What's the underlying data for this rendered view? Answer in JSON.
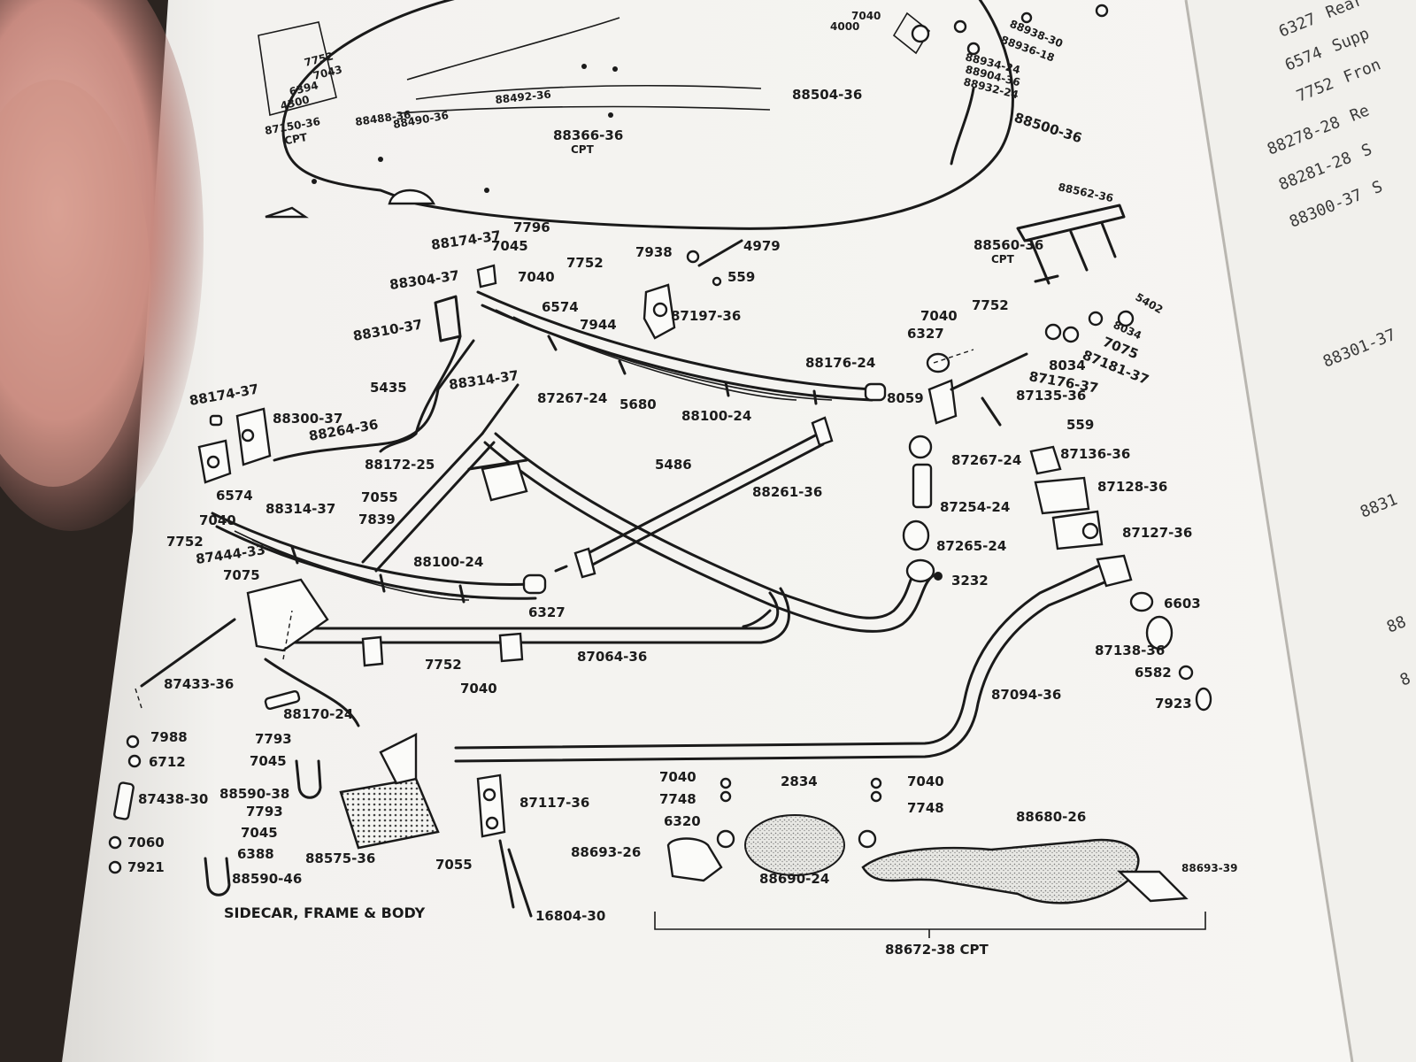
{
  "diagram": {
    "caption": "SIDECAR, FRAME & BODY",
    "assembly_label": "88672-38 CPT",
    "part_labels": [
      {
        "id": "p_88366",
        "text": "88366-36",
        "sub": "CPT"
      },
      {
        "id": "p_88504",
        "text": "88504-36"
      },
      {
        "id": "p_88500",
        "text": "88500-36"
      },
      {
        "id": "p_88492",
        "text": "88492-36"
      },
      {
        "id": "p_88488",
        "text": "88488-36"
      },
      {
        "id": "p_88490",
        "text": "88490-36"
      },
      {
        "id": "p_87150",
        "text": "87150-36",
        "sub": "CPT"
      },
      {
        "id": "p_7752t",
        "text": "7752"
      },
      {
        "id": "p_7043t",
        "text": "7043"
      },
      {
        "id": "p_4300",
        "text": "4300"
      },
      {
        "id": "p_6394",
        "text": "6394"
      },
      {
        "id": "p_7040t",
        "text": "7040"
      },
      {
        "id": "p_4000",
        "text": "4000"
      },
      {
        "id": "p_88938",
        "text": "88938-30"
      },
      {
        "id": "p_88936",
        "text": "88936-18"
      },
      {
        "id": "p_88934",
        "text": "88934-24"
      },
      {
        "id": "p_88904",
        "text": "88904-36"
      },
      {
        "id": "p_88932",
        "text": "88932-24"
      },
      {
        "id": "p_88562",
        "text": "88562-36"
      },
      {
        "id": "p_88560",
        "text": "88560-36",
        "sub": "CPT"
      },
      {
        "id": "p_5402",
        "text": "5402"
      },
      {
        "id": "p_7796",
        "text": "7796"
      },
      {
        "id": "p_88174a",
        "text": "88174-37"
      },
      {
        "id": "p_7045a",
        "text": "7045"
      },
      {
        "id": "p_88304",
        "text": "88304-37"
      },
      {
        "id": "p_7040a",
        "text": "7040"
      },
      {
        "id": "p_7752a",
        "text": "7752"
      },
      {
        "id": "p_6574a",
        "text": "6574"
      },
      {
        "id": "p_7938",
        "text": "7938"
      },
      {
        "id": "p_4979",
        "text": "4979"
      },
      {
        "id": "p_559a",
        "text": "559"
      },
      {
        "id": "p_7944",
        "text": "7944"
      },
      {
        "id": "p_87197",
        "text": "87197-36"
      },
      {
        "id": "p_88310",
        "text": "88310-37"
      },
      {
        "id": "p_88314a",
        "text": "88314-37"
      },
      {
        "id": "p_5435",
        "text": "5435"
      },
      {
        "id": "p_87267a",
        "text": "87267-24"
      },
      {
        "id": "p_5680",
        "text": "5680"
      },
      {
        "id": "p_88100a",
        "text": "88100-24"
      },
      {
        "id": "p_88176",
        "text": "88176-24"
      },
      {
        "id": "p_7040b",
        "text": "7040"
      },
      {
        "id": "p_7752b",
        "text": "7752"
      },
      {
        "id": "p_6327a",
        "text": "6327"
      },
      {
        "id": "p_8059",
        "text": "8059"
      },
      {
        "id": "p_8034a",
        "text": "8034"
      },
      {
        "id": "p_7075a",
        "text": "7075"
      },
      {
        "id": "p_87181",
        "text": "87181-37"
      },
      {
        "id": "p_8034b",
        "text": "8034"
      },
      {
        "id": "p_87176",
        "text": "87176-37"
      },
      {
        "id": "p_87135",
        "text": "87135-36"
      },
      {
        "id": "p_559b",
        "text": "559"
      },
      {
        "id": "p_87136",
        "text": "87136-36"
      },
      {
        "id": "p_87128",
        "text": "87128-36"
      },
      {
        "id": "p_87127",
        "text": "87127-36"
      },
      {
        "id": "p_87267b",
        "text": "87267-24"
      },
      {
        "id": "p_87254",
        "text": "87254-24"
      },
      {
        "id": "p_87265",
        "text": "87265-24"
      },
      {
        "id": "p_3232",
        "text": "3232"
      },
      {
        "id": "p_88174b",
        "text": "88174-37"
      },
      {
        "id": "p_88300",
        "text": "88300-37"
      },
      {
        "id": "p_88264",
        "text": "88264-36"
      },
      {
        "id": "p_88172",
        "text": "88172-25"
      },
      {
        "id": "p_7055a",
        "text": "7055"
      },
      {
        "id": "p_7839",
        "text": "7839"
      },
      {
        "id": "p_6574b",
        "text": "6574"
      },
      {
        "id": "p_7040c",
        "text": "7040"
      },
      {
        "id": "p_88314b",
        "text": "88314-37"
      },
      {
        "id": "p_7752c",
        "text": "7752"
      },
      {
        "id": "p_87444",
        "text": "87444-33"
      },
      {
        "id": "p_7075b",
        "text": "7075"
      },
      {
        "id": "p_88100b",
        "text": "88100-24"
      },
      {
        "id": "p_5486",
        "text": "5486"
      },
      {
        "id": "p_88261",
        "text": "88261-36"
      },
      {
        "id": "p_6327b",
        "text": "6327"
      },
      {
        "id": "p_7752d",
        "text": "7752"
      },
      {
        "id": "p_7040d",
        "text": "7040"
      },
      {
        "id": "p_87064",
        "text": "87064-36"
      },
      {
        "id": "p_87433",
        "text": "87433-36"
      },
      {
        "id": "p_88170",
        "text": "88170-24"
      },
      {
        "id": "p_7988",
        "text": "7988"
      },
      {
        "id": "p_6712",
        "text": "6712"
      },
      {
        "id": "p_87438",
        "text": "87438-30"
      },
      {
        "id": "p_7060",
        "text": "7060"
      },
      {
        "id": "p_7921",
        "text": "7921"
      },
      {
        "id": "p_7793a",
        "text": "7793"
      },
      {
        "id": "p_7045b",
        "text": "7045"
      },
      {
        "id": "p_88590a",
        "text": "88590-38"
      },
      {
        "id": "p_7793b",
        "text": "7793"
      },
      {
        "id": "p_7045c",
        "text": "7045"
      },
      {
        "id": "p_6388",
        "text": "6388"
      },
      {
        "id": "p_88590b",
        "text": "88590-46"
      },
      {
        "id": "p_88575",
        "text": "88575-36"
      },
      {
        "id": "p_87117",
        "text": "87117-36"
      },
      {
        "id": "p_7055b",
        "text": "7055"
      },
      {
        "id": "p_16804",
        "text": "16804-30"
      },
      {
        "id": "p_6603",
        "text": "6603"
      },
      {
        "id": "p_87138",
        "text": "87138-36"
      },
      {
        "id": "p_6582",
        "text": "6582"
      },
      {
        "id": "p_7923",
        "text": "7923"
      },
      {
        "id": "p_87094",
        "text": "87094-36"
      },
      {
        "id": "p_7040e",
        "text": "7040"
      },
      {
        "id": "p_7748a",
        "text": "7748"
      },
      {
        "id": "p_6320",
        "text": "6320"
      },
      {
        "id": "p_2834",
        "text": "2834"
      },
      {
        "id": "p_7040f",
        "text": "7040"
      },
      {
        "id": "p_7748b",
        "text": "7748"
      },
      {
        "id": "p_88693a",
        "text": "88693-26"
      },
      {
        "id": "p_88690",
        "text": "88690-24"
      },
      {
        "id": "p_88680",
        "text": "88680-26"
      },
      {
        "id": "p_88693b",
        "text": "88693-39"
      }
    ],
    "parts_list_right": [
      {
        "num": "6327",
        "desc": "Rear"
      },
      {
        "num": "6574",
        "desc": "Supp"
      },
      {
        "num": "7752",
        "desc": "Fron"
      },
      {
        "num": "88278-28",
        "desc": "Re"
      },
      {
        "num": "88281-28",
        "desc": "S"
      },
      {
        "num": "88300-37",
        "desc": "S"
      },
      {
        "num": "88301-37",
        "desc": ""
      },
      {
        "num": "8831",
        "desc": ""
      },
      {
        "num": "88",
        "desc": ""
      },
      {
        "num": "8",
        "desc": ""
      }
    ]
  }
}
